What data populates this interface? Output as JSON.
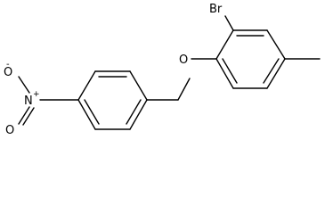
{
  "molecule": {
    "atoms": {
      "bromine": "Br",
      "ether_oxygen": "O",
      "nitro_nitrogen": "N",
      "nitro_charge_plus": "+",
      "nitro_oxygen_top": "O",
      "nitro_charge_minus": "-",
      "nitro_oxygen_bottom": "O"
    }
  },
  "colors": {
    "bond": "#000000",
    "background": "#ffffff"
  }
}
